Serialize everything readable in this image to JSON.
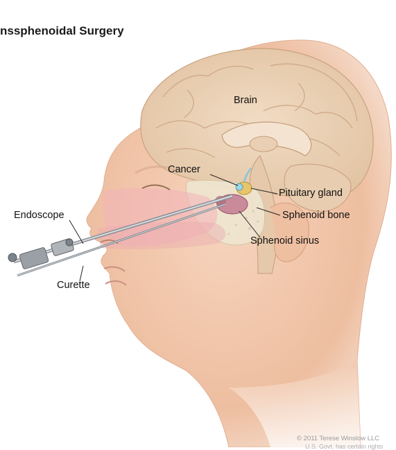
{
  "title": "nssphenoidal Surgery",
  "labels": {
    "brain": "Brain",
    "cancer": "Cancer",
    "pituitary_gland": "Pituitary gland",
    "sphenoid_bone": "Sphenoid bone",
    "sphenoid_sinus": "Sphenoid sinus",
    "endoscope": "Endoscope",
    "curette": "Curette"
  },
  "credit": {
    "line1": "© 2011 Terese Winslow LLC",
    "line2": "U.S. Govt. has certain rights"
  },
  "colors": {
    "skin": "#f3c9ae",
    "brain": "#ead2b6",
    "cancer": "#e8c56a",
    "sinus": "#c98a9a"
  }
}
